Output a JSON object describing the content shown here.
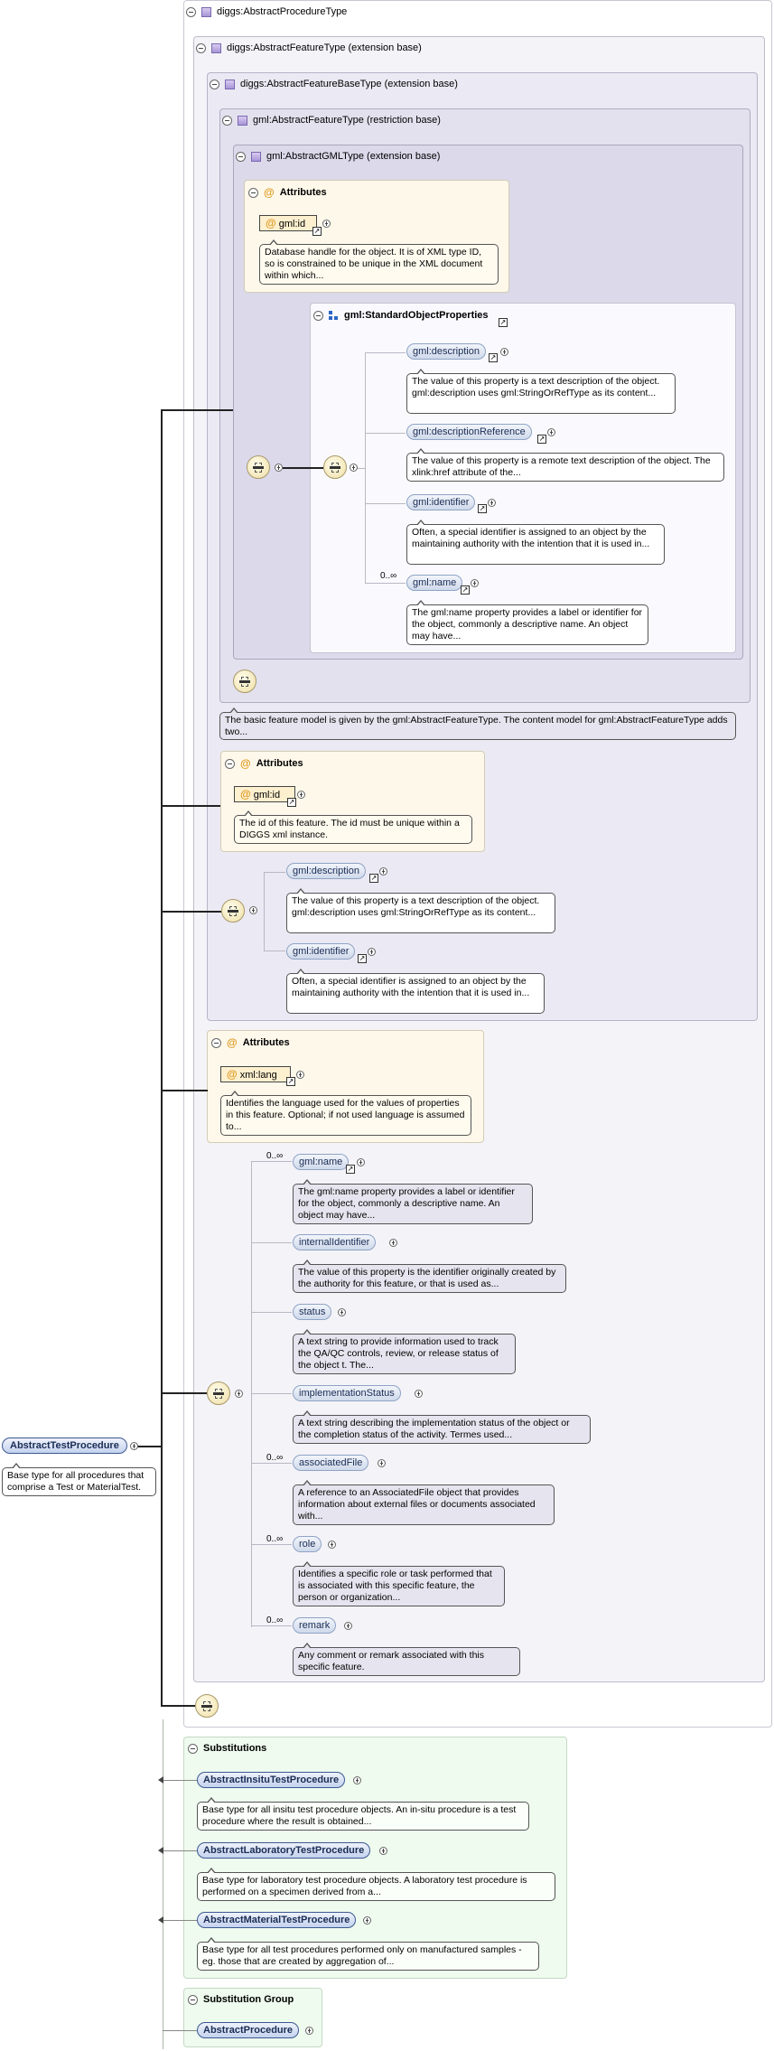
{
  "root": {
    "name": "AbstractTestProcedure",
    "doc": "Base type for all procedures that comprise a Test or MaterialTest."
  },
  "types": {
    "abstract_procedure": "diggs:AbstractProcedureType",
    "abstract_feature": "diggs:AbstractFeatureType (extension base)",
    "abstract_feature_base": "diggs:AbstractFeatureBaseType (extension base)",
    "gml_feature": "gml:AbstractFeatureType (restriction base)",
    "gml_gml": "gml:AbstractGMLType (extension base)"
  },
  "gml_attributes": {
    "title": "Attributes",
    "id_label": "gml:id",
    "id_doc": "Database handle for the object. It is of XML type ID, so is constrained to be unique in the XML document within which..."
  },
  "std_props": {
    "title": "gml:StandardObjectProperties",
    "occurs_name": "0..∞",
    "items": [
      {
        "label": "gml:description",
        "doc": "The value of this property is a text description of the object. gml:description uses gml:StringOrRefType as its content..."
      },
      {
        "label": "gml:descriptionReference",
        "doc": "The value of this property is a remote text description of the object. The xlink:href attribute of the..."
      },
      {
        "label": "gml:identifier",
        "doc": "Often, a special identifier is assigned to an object by the maintaining authority with the intention that it is used in..."
      },
      {
        "label": "gml:name",
        "doc": "The gml:name property provides a label or identifier for the object, commonly a descriptive name. An object may have..."
      }
    ]
  },
  "feature_base_doc": "The basic feature model is given by the gml:AbstractFeatureType. The content model for gml:AbstractFeatureType adds two...",
  "base_attributes": {
    "title": "Attributes",
    "id_label": "gml:id",
    "id_doc": "The id of this feature. The id must be unique within a DIGGS xml instance."
  },
  "base_seq": [
    {
      "label": "gml:description",
      "doc": "The value of this property is a text description of the object. gml:description uses gml:StringOrRefType as its content..."
    },
    {
      "label": "gml:identifier",
      "doc": "Often, a special identifier is assigned to an object by the maintaining authority with the intention that it is used in..."
    }
  ],
  "feature_attributes": {
    "title": "Attributes",
    "lang_label": "xml:lang",
    "lang_doc": "Identifies the language used for the values of properties in this feature. Optional; if not used language is assumed to..."
  },
  "feature_seq": [
    {
      "label": "gml:name",
      "occurs": "0..∞",
      "doc": "The gml:name property provides a label or identifier for the object, commonly a descriptive name. An object may have..."
    },
    {
      "label": "internalIdentifier",
      "occurs": "",
      "doc": "The value of this property is the identifier originally created by the authority for this feature, or that is used as..."
    },
    {
      "label": "status",
      "occurs": "",
      "doc": "A text string to provide information used to track the QA/QC controls, review, or release status of the object t. The..."
    },
    {
      "label": "implementationStatus",
      "occurs": "",
      "doc": "A text string describing the implementation status of the object or the completion status of the activity. Termes used..."
    },
    {
      "label": "associatedFile",
      "occurs": "0..∞",
      "doc": "A reference to an AssociatedFile object that provides information about external files or documents associated with..."
    },
    {
      "label": "role",
      "occurs": "0..∞",
      "doc": "Identifies a specific role or task performed that is associated with this specific feature, the person or organization..."
    },
    {
      "label": "remark",
      "occurs": "0..∞",
      "doc": "Any comment or remark associated with this specific feature."
    }
  ],
  "substitutions": {
    "title": "Substitutions",
    "items": [
      {
        "label": "AbstractInsituTestProcedure",
        "doc": "Base type for all insitu test procedure objects. An in-situ procedure is a test procedure where the result is obtained..."
      },
      {
        "label": "AbstractLaboratoryTestProcedure",
        "doc": "Base type for laboratory test procedure objects. A laboratory test procedure is performed on a specimen derived from a..."
      },
      {
        "label": "AbstractMaterialTestProcedure",
        "doc": "Base type for all test procedures performed only on manufactured samples -eg. those that are created by aggregation of..."
      }
    ]
  },
  "substitution_group": {
    "title": "Substitution Group",
    "item": "AbstractProcedure"
  }
}
